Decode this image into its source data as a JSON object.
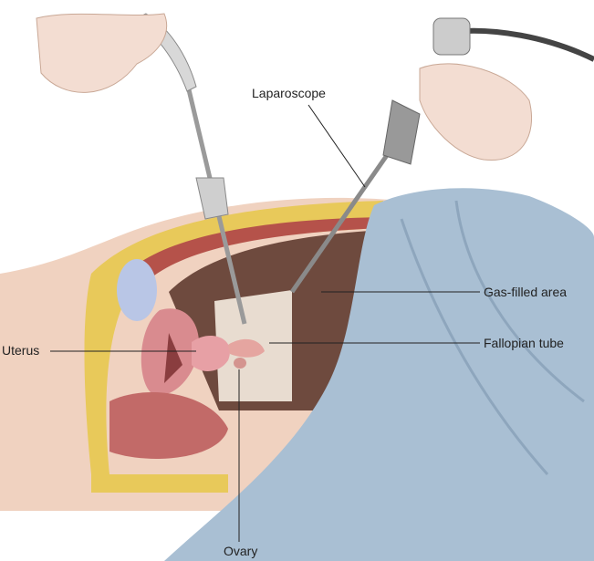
{
  "figure": {
    "labels": {
      "laparoscope": "Laparoscope",
      "gas_filled_area": "Gas-filled area",
      "fallopian_tube": "Fallopian tube",
      "uterus": "Uterus",
      "ovary": "Ovary"
    },
    "colors": {
      "drape": "#a9bfd3",
      "skin": "#f0d2c0",
      "fat": "#e8c95a",
      "muscle": "#b5524a",
      "cavity": "#6e4a3e",
      "uterus": "#e7a0a5",
      "instrument": "#b8b8b8"
    }
  }
}
